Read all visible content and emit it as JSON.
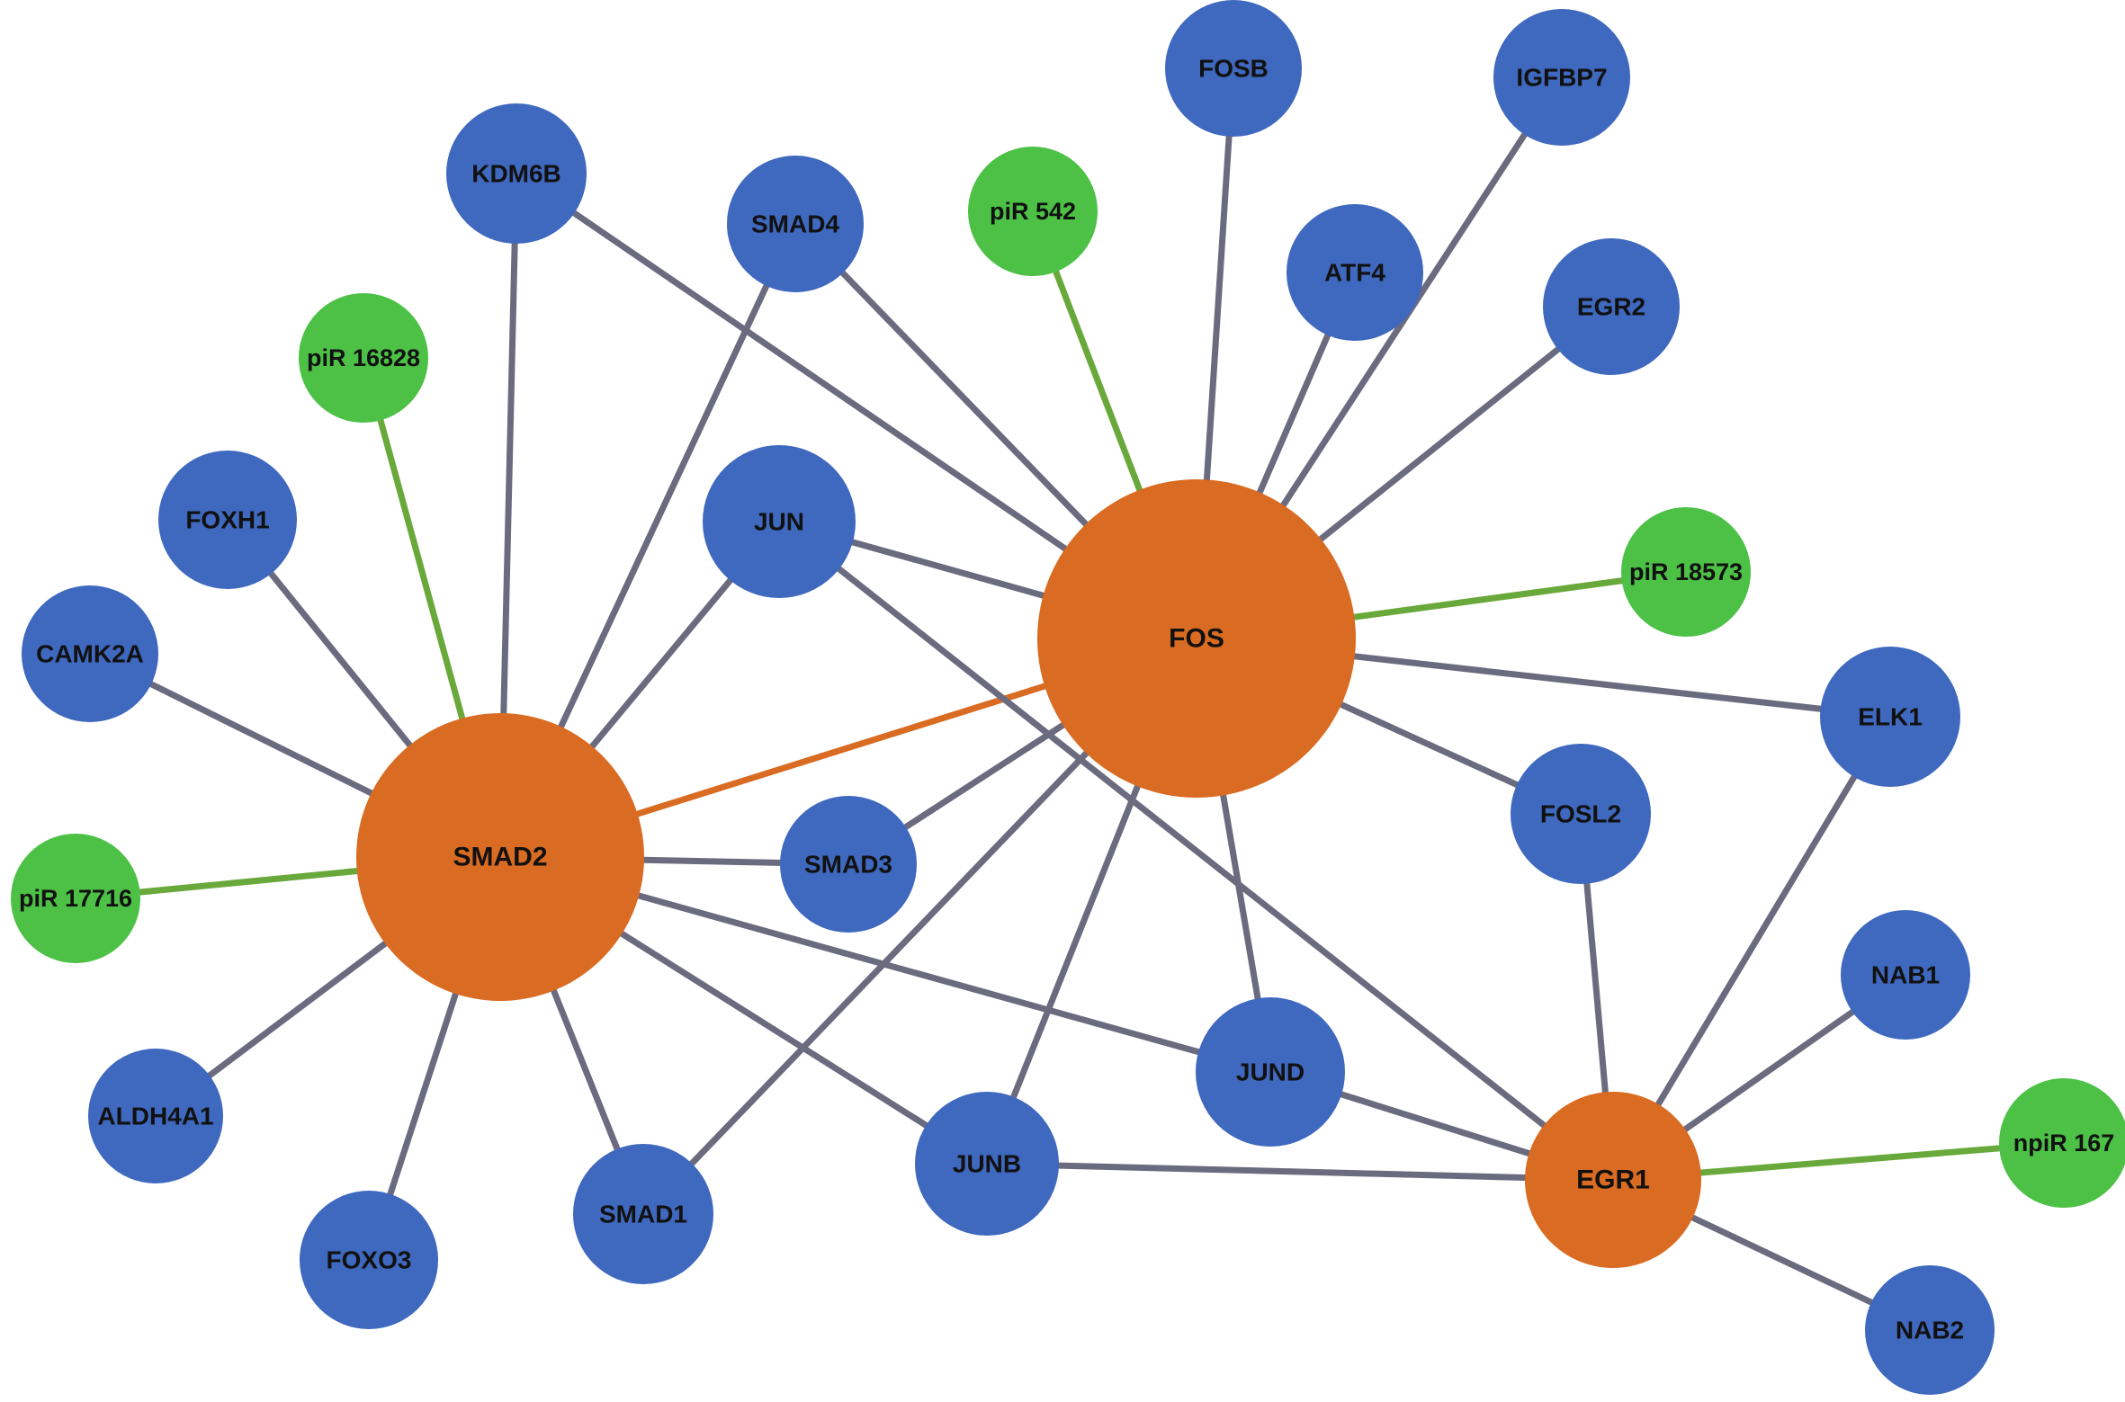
{
  "colors": {
    "hub": "#D96B22",
    "gene": "#3F68BF",
    "pirna": "#4CC146",
    "edge_default": "#6B6B80",
    "edge_pirna": "#69A83A",
    "edge_hub": "#D96B22",
    "label": "#111111"
  },
  "nodes": [
    {
      "id": "FOS",
      "label": "FOS",
      "type": "hub"
    },
    {
      "id": "SMAD2",
      "label": "SMAD2",
      "type": "hub"
    },
    {
      "id": "EGR1",
      "label": "EGR1",
      "type": "hub"
    },
    {
      "id": "FOSB",
      "label": "FOSB",
      "type": "gene"
    },
    {
      "id": "IGFBP7",
      "label": "IGFBP7",
      "type": "gene"
    },
    {
      "id": "KDM6B",
      "label": "KDM6B",
      "type": "gene"
    },
    {
      "id": "SMAD4",
      "label": "SMAD4",
      "type": "gene"
    },
    {
      "id": "piR542",
      "label": "piR 542",
      "type": "pirna"
    },
    {
      "id": "ATF4",
      "label": "ATF4",
      "type": "gene"
    },
    {
      "id": "EGR2",
      "label": "EGR2",
      "type": "gene"
    },
    {
      "id": "piR16828",
      "label": "piR 16828",
      "type": "pirna"
    },
    {
      "id": "FOXH1",
      "label": "FOXH1",
      "type": "gene"
    },
    {
      "id": "JUN",
      "label": "JUN",
      "type": "gene"
    },
    {
      "id": "piR18573",
      "label": "piR 18573",
      "type": "pirna"
    },
    {
      "id": "CAMK2A",
      "label": "CAMK2A",
      "type": "gene"
    },
    {
      "id": "ELK1",
      "label": "ELK1",
      "type": "gene"
    },
    {
      "id": "FOSL2",
      "label": "FOSL2",
      "type": "gene"
    },
    {
      "id": "piR17716",
      "label": "piR 17716",
      "type": "pirna"
    },
    {
      "id": "SMAD3",
      "label": "SMAD3",
      "type": "gene"
    },
    {
      "id": "NAB1",
      "label": "NAB1",
      "type": "gene"
    },
    {
      "id": "JUND",
      "label": "JUND",
      "type": "gene"
    },
    {
      "id": "ALDH4A1",
      "label": "ALDH4A1",
      "type": "gene"
    },
    {
      "id": "npiR167",
      "label": "npiR 167",
      "type": "pirna"
    },
    {
      "id": "JUNB",
      "label": "JUNB",
      "type": "gene"
    },
    {
      "id": "SMAD1",
      "label": "SMAD1",
      "type": "gene"
    },
    {
      "id": "FOXO3",
      "label": "FOXO3",
      "type": "gene"
    },
    {
      "id": "NAB2",
      "label": "NAB2",
      "type": "gene"
    }
  ],
  "edges": [
    {
      "source": "FOS",
      "target": "SMAD2",
      "kind": "hub"
    },
    {
      "source": "FOS",
      "target": "FOSB",
      "kind": "default"
    },
    {
      "source": "FOS",
      "target": "IGFBP7",
      "kind": "default"
    },
    {
      "source": "FOS",
      "target": "ATF4",
      "kind": "default"
    },
    {
      "source": "FOS",
      "target": "EGR2",
      "kind": "default"
    },
    {
      "source": "FOS",
      "target": "piR542",
      "kind": "pirna"
    },
    {
      "source": "FOS",
      "target": "piR18573",
      "kind": "pirna"
    },
    {
      "source": "FOS",
      "target": "KDM6B",
      "kind": "default"
    },
    {
      "source": "FOS",
      "target": "SMAD4",
      "kind": "default"
    },
    {
      "source": "FOS",
      "target": "JUN",
      "kind": "default"
    },
    {
      "source": "FOS",
      "target": "ELK1",
      "kind": "default"
    },
    {
      "source": "FOS",
      "target": "FOSL2",
      "kind": "default"
    },
    {
      "source": "FOS",
      "target": "SMAD3",
      "kind": "default"
    },
    {
      "source": "FOS",
      "target": "JUND",
      "kind": "default"
    },
    {
      "source": "FOS",
      "target": "JUNB",
      "kind": "default"
    },
    {
      "source": "FOS",
      "target": "SMAD1",
      "kind": "default"
    },
    {
      "source": "SMAD2",
      "target": "KDM6B",
      "kind": "default"
    },
    {
      "source": "SMAD2",
      "target": "SMAD4",
      "kind": "default"
    },
    {
      "source": "SMAD2",
      "target": "piR16828",
      "kind": "pirna"
    },
    {
      "source": "SMAD2",
      "target": "FOXH1",
      "kind": "default"
    },
    {
      "source": "SMAD2",
      "target": "CAMK2A",
      "kind": "default"
    },
    {
      "source": "SMAD2",
      "target": "JUN",
      "kind": "default"
    },
    {
      "source": "SMAD2",
      "target": "piR17716",
      "kind": "pirna"
    },
    {
      "source": "SMAD2",
      "target": "SMAD3",
      "kind": "default"
    },
    {
      "source": "SMAD2",
      "target": "ALDH4A1",
      "kind": "default"
    },
    {
      "source": "SMAD2",
      "target": "FOXO3",
      "kind": "default"
    },
    {
      "source": "SMAD2",
      "target": "SMAD1",
      "kind": "default"
    },
    {
      "source": "SMAD2",
      "target": "JUNB",
      "kind": "default"
    },
    {
      "source": "SMAD2",
      "target": "JUND",
      "kind": "default"
    },
    {
      "source": "EGR1",
      "target": "JUN",
      "kind": "default"
    },
    {
      "source": "EGR1",
      "target": "ELK1",
      "kind": "default"
    },
    {
      "source": "EGR1",
      "target": "FOSL2",
      "kind": "default"
    },
    {
      "source": "EGR1",
      "target": "NAB1",
      "kind": "default"
    },
    {
      "source": "EGR1",
      "target": "JUND",
      "kind": "default"
    },
    {
      "source": "EGR1",
      "target": "JUNB",
      "kind": "default"
    },
    {
      "source": "EGR1",
      "target": "npiR167",
      "kind": "pirna"
    },
    {
      "source": "EGR1",
      "target": "NAB2",
      "kind": "default"
    }
  ]
}
